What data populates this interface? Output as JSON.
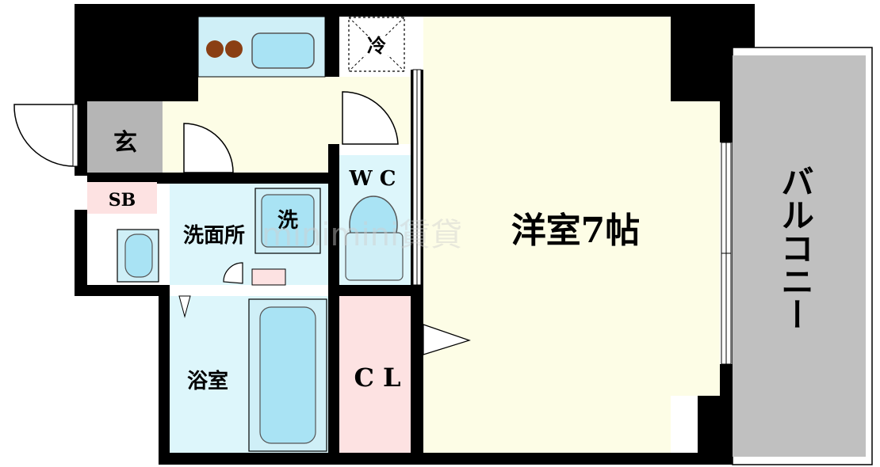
{
  "floorplan": {
    "rooms": {
      "genkan": "玄",
      "sb": "SB",
      "senmenjo": "洗面所",
      "washer": "洗",
      "wc": "W C",
      "yokushitsu": "浴室",
      "closet": "C L",
      "yoshitsu": "洋室7帖",
      "balcony": "バルコニー",
      "fridge": "冷"
    },
    "watermark": "minimini賃貸"
  },
  "colors": {
    "wall": "#000000",
    "cream_floor": "#fdfde6",
    "genkan_gray": "#b5b5b5",
    "fixture_blue": "#cfeff7",
    "fixture_fill": "#a9e3f4",
    "closet_pink": "#fde2e2",
    "sb_pink": "#fde2e2",
    "balcony_gray": "#c0c0c0",
    "burner_brown": "#8a3f14"
  }
}
